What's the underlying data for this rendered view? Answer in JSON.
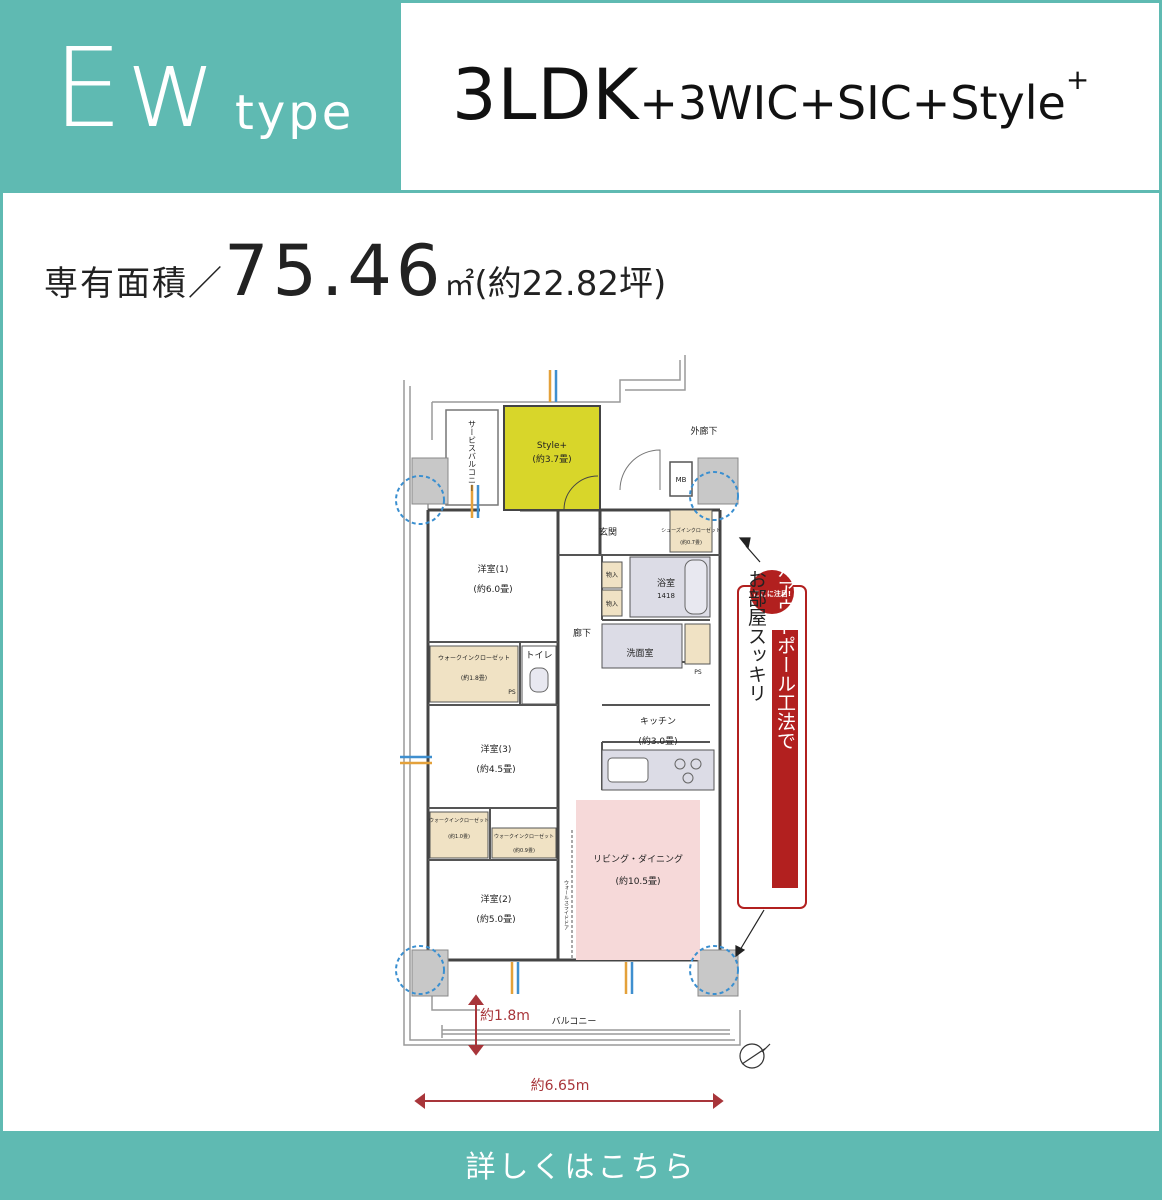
{
  "header": {
    "type_main": "Ew",
    "type_suffix": "type",
    "plan_main": "3LDK",
    "plan_rest": "+3WIC+SIC+Style",
    "plan_sup": "+"
  },
  "area": {
    "label": "専有面積／",
    "value": "75.46",
    "unit": "㎡",
    "sub": "(約22.82坪)"
  },
  "floorplan": {
    "rooms": {
      "style_plus": "Style+",
      "style_plus_size": "(約3.7畳)",
      "service_balcony": "サービスバルコニー",
      "outer_corridor": "外廊下",
      "entrance": "玄関",
      "shoes_closet": "シューズインクローゼット",
      "shoes_closet_size": "(約0.7畳)",
      "western1": "洋室(1)",
      "western1_size": "(約6.0畳)",
      "wic1": "ウォークインクローゼット",
      "wic1_size": "(約1.8畳)",
      "toilet": "トイレ",
      "hall": "廊下",
      "storage_a": "物入",
      "storage_b": "物入",
      "bath": "浴室",
      "bath_size": "1418",
      "washroom": "洗面室",
      "ps_a": "PS",
      "ps_b": "PS",
      "mb": "MB",
      "kitchen": "キッチン",
      "kitchen_size": "(約3.0畳)",
      "western3": "洋室(3)",
      "western3_size": "(約4.5畳)",
      "wic2": "ウォークインクローゼット",
      "wic2_size": "(約1.0畳)",
      "wic3": "ウォークインクローゼット",
      "wic3_size": "(約0.9畳)",
      "living": "リビング・ダイニング",
      "living_size": "(約10.5畳)",
      "western2": "洋室(2)",
      "western2_size": "(約5.0畳)",
      "balcony": "バルコニー",
      "wall_door": "ウォールスライドドア"
    },
    "dimensions": {
      "balcony_depth": "約1.8m",
      "width": "約6.65m"
    },
    "callout": {
      "badge": "ここに注目!",
      "highlight": "ダブルアウトポール工法で",
      "text": "お部屋スッキリ"
    },
    "colors": {
      "style_plus_fill": "#d8d62a",
      "living_fill": "#f6d9d9",
      "bath_fill": "#dcdce6",
      "closet_fill": "#f0e2c4",
      "dimension_line": "#a8353a",
      "callout_red": "#b2201f",
      "circle_blue": "#3a8fd0",
      "arrow_blue": "#3f8fcf",
      "arrow_orange": "#e4a13a"
    }
  },
  "footer": {
    "label": "詳しくはこちら"
  }
}
